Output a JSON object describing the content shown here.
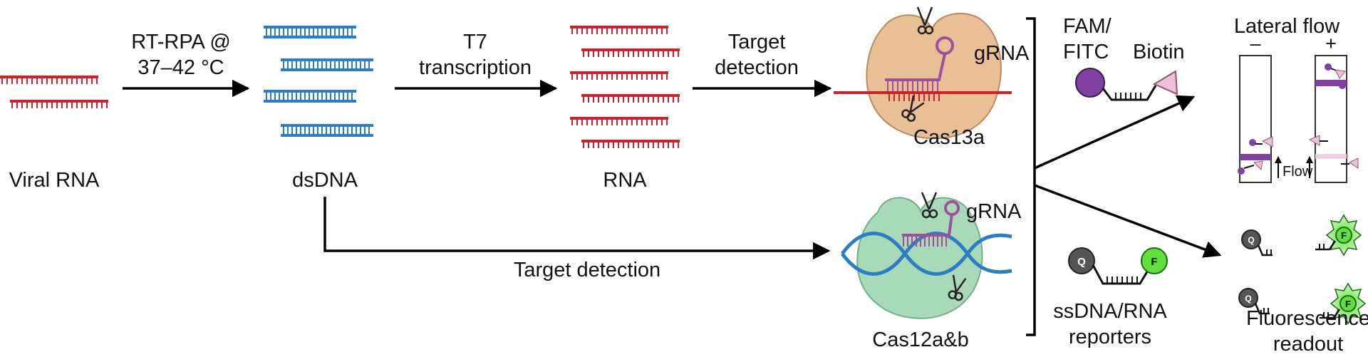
{
  "stages": {
    "viral_rna": "Viral RNA",
    "dsdna": "dsDNA",
    "rna": "RNA"
  },
  "steps": {
    "rt_rpa_line1": "RT-RPA @",
    "rt_rpa_line2": "37–42 °C",
    "t7_line1": "T7",
    "t7_line2": "transcription",
    "detect_line1": "Target",
    "detect_line2": "detection",
    "lower_detection": "Target detection"
  },
  "enzymes": {
    "cas13a": "Cas13a",
    "cas12": "Cas12a&b",
    "grna_top": "gRNA",
    "grna_bottom": "gRNA"
  },
  "reporters": {
    "fam_line1": "FAM/",
    "fam_line2": "FITC",
    "biotin": "Biotin",
    "ss_line1": "ssDNA/RNA",
    "ss_line2": "reporters",
    "quencher_letter": "Q",
    "fluor_letter": "F"
  },
  "readouts": {
    "lateral_flow": "Lateral flow",
    "minus": "–",
    "plus": "+",
    "flow": "Flow",
    "fluor_line1": "Fluorescence",
    "fluor_line2": "readout"
  },
  "colors": {
    "rna_red": "#d0202a",
    "dna_blue": "#2a7fc4",
    "grna_purple": "#a0509a",
    "cas13_fill": "#e9bf95",
    "cas12_fill": "#a8d9b9",
    "fam_purple": "#8040a0",
    "biotin_pink": "#f0c0d8",
    "fluor_green": "#5fe03c",
    "quencher_gray": "#555555"
  }
}
